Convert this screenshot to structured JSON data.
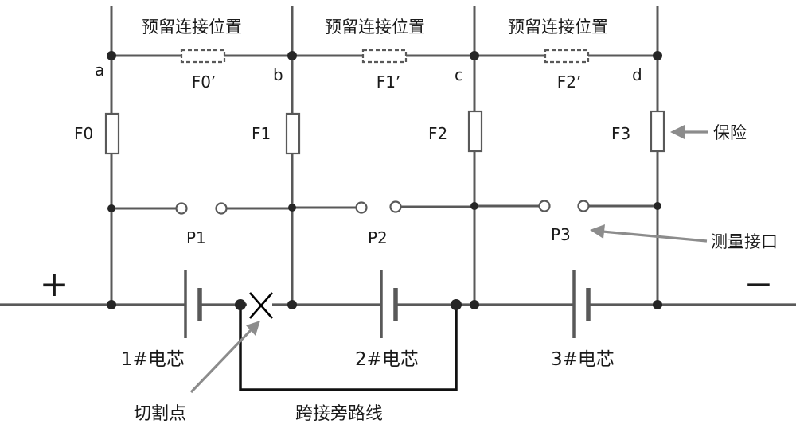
{
  "reserved_position_label": "预留连接位置",
  "nodes": {
    "a": "a",
    "b": "b",
    "c": "c",
    "d": "d"
  },
  "reserved_fuses": {
    "f0p": "F0’",
    "f1p": "F1’",
    "f2p": "F2’"
  },
  "fuses": {
    "f0": "F0",
    "f1": "F1",
    "f2": "F2",
    "f3": "F3"
  },
  "ports": {
    "p1": "P1",
    "p2": "P2",
    "p3": "P3"
  },
  "terminals": {
    "positive": "+",
    "negative": "−"
  },
  "cells": {
    "cell1": "1#电芯",
    "cell2": "2#电芯",
    "cell3": "3#电芯"
  },
  "callouts": {
    "fuse": "保险",
    "measure_port": "测量接口",
    "cut_point": "切割点",
    "bypass_line": "跨接旁路线"
  },
  "colors": {
    "wire": "#595959",
    "bypass": "#111111",
    "arrow": "#8c8c8c",
    "node": "#262626"
  }
}
